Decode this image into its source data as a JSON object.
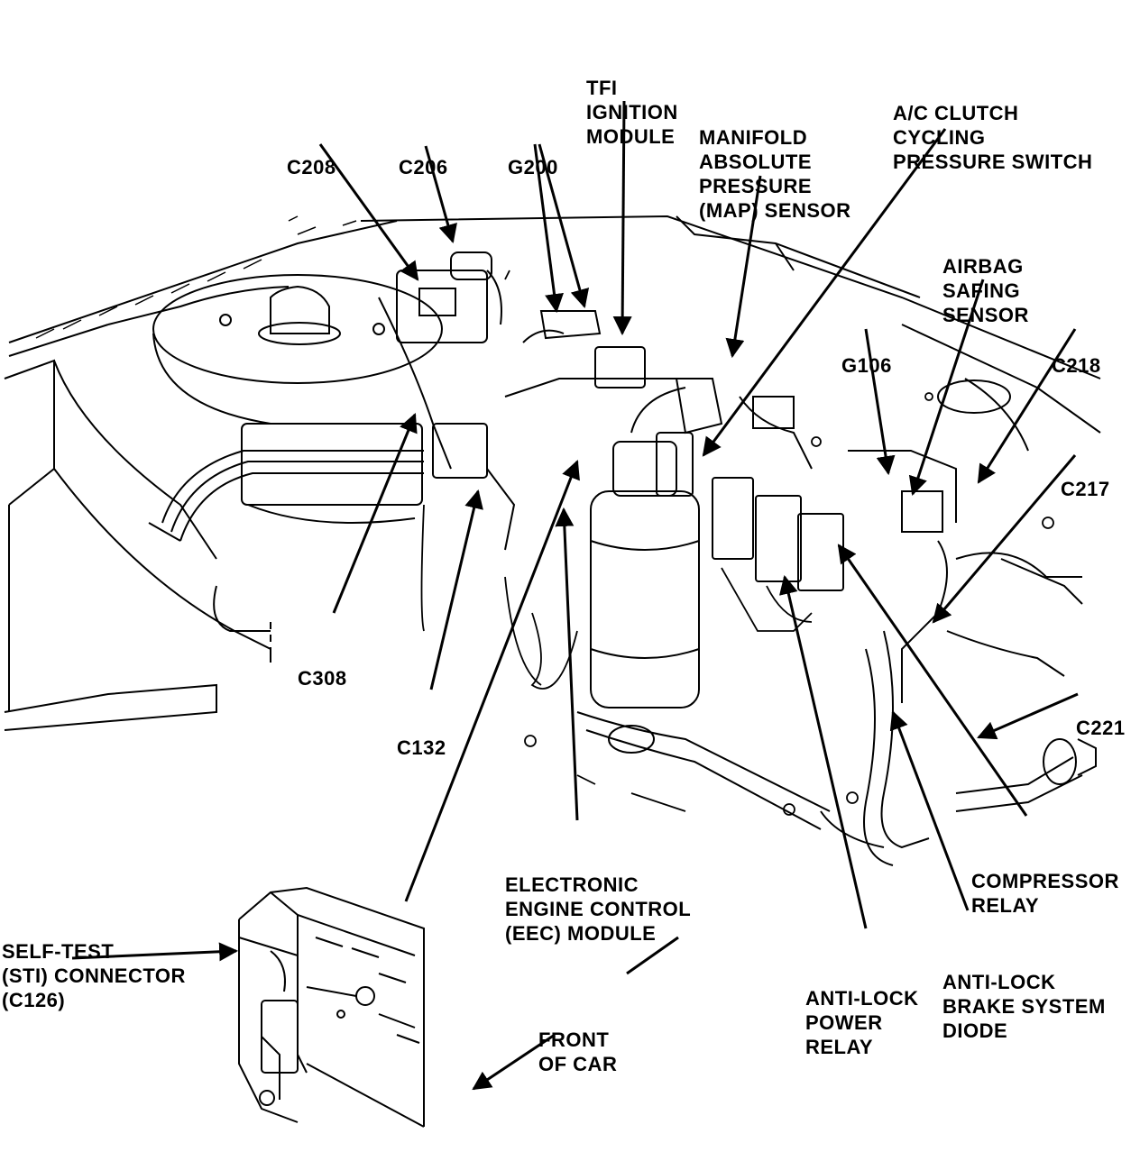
{
  "labels": {
    "tfi": [
      "TFI",
      "IGNITION",
      "MODULE"
    ],
    "map": [
      "MANIFOLD",
      "ABSOLUTE",
      "PRESSURE",
      "(MAP) SENSOR"
    ],
    "ac": [
      "A/C CLUTCH",
      "CYCLING",
      "PRESSURE SWITCH"
    ],
    "c208": [
      "C208"
    ],
    "c206": [
      "C206"
    ],
    "g200": [
      "G200"
    ],
    "airbag": [
      "AIRBAG",
      "SAFING",
      "SENSOR"
    ],
    "g106": [
      "G106"
    ],
    "c218": [
      "C218"
    ],
    "c217": [
      "C217"
    ],
    "c308": [
      "C308"
    ],
    "c132": [
      "C132"
    ],
    "c221": [
      "C221"
    ],
    "eec": [
      "ELECTRONIC",
      "ENGINE CONTROL",
      "(EEC) MODULE"
    ],
    "compressor": [
      "COMPRESSOR",
      "RELAY"
    ],
    "abs_relay": [
      "ANTI-LOCK",
      "POWER",
      "RELAY"
    ],
    "abs_diode": [
      "ANTI-LOCK",
      "BRAKE SYSTEM",
      "DIODE"
    ],
    "selftest": [
      "SELF-TEST",
      "(STI) CONNECTOR",
      "(C126)"
    ],
    "front": [
      "FRONT",
      "OF CAR"
    ]
  }
}
